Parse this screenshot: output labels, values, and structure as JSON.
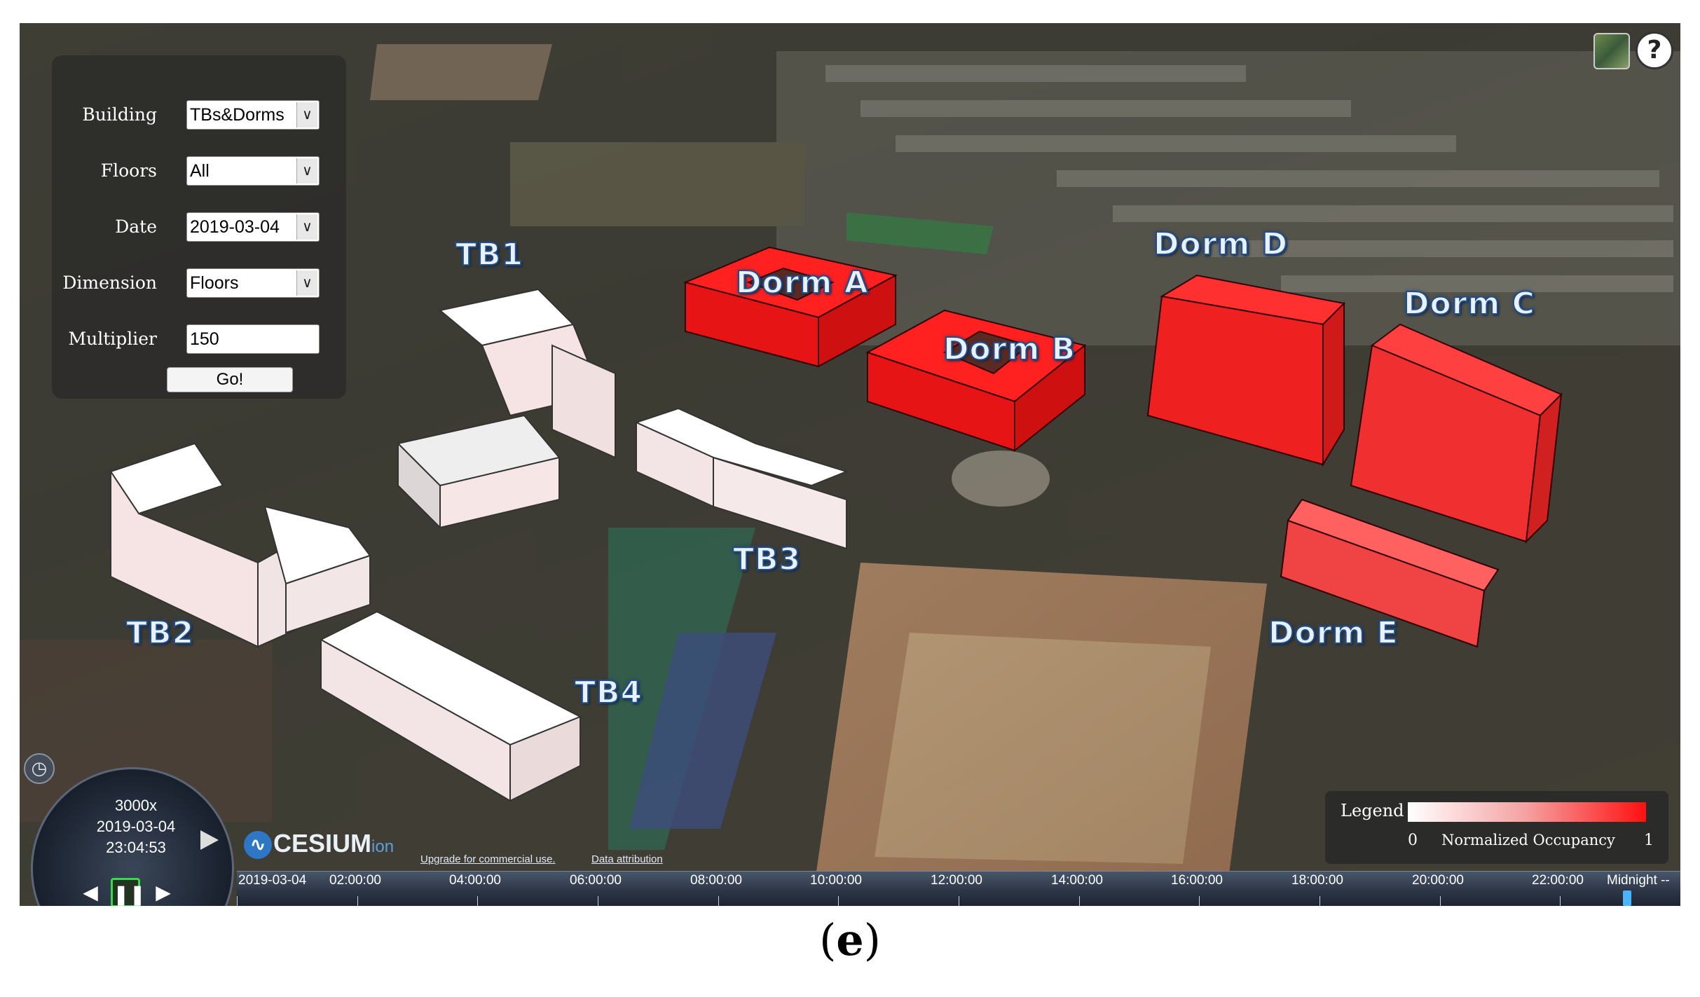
{
  "panel": {
    "building_label": "Building",
    "building_value": "TBs&Dorms",
    "floors_label": "Floors",
    "floors_value": "All",
    "date_label": "Date",
    "date_value": "2019-03-04",
    "dimension_label": "Dimension",
    "dimension_value": "Floors",
    "multiplier_label": "Multiplier",
    "multiplier_value": "150",
    "go_label": "Go!"
  },
  "top_right": {
    "help_symbol": "?"
  },
  "buildings": {
    "tb1": "TB1",
    "tb2": "TB2",
    "tb3": "TB3",
    "tb4": "TB4",
    "dorm_a": "Dorm A",
    "dorm_b": "Dorm B",
    "dorm_c": "Dorm C",
    "dorm_d": "Dorm D",
    "dorm_e": "Dorm E"
  },
  "legend": {
    "title": "Legend",
    "min": "0",
    "caption": "Normalized Occupancy",
    "max": "1",
    "color_low": "#ffffff",
    "color_high": "#ff1010"
  },
  "animation": {
    "speed": "3000x",
    "date": "2019-03-04",
    "time": "23:04:53"
  },
  "credits": {
    "logo_main": "CESIUM",
    "logo_ion": "ion",
    "upgrade": "Upgrade for commercial use.",
    "attribution": "Data attribution"
  },
  "timeline": {
    "ticks": [
      "2019-03-04",
      "02:00:00",
      "04:00:00",
      "06:00:00",
      "08:00:00",
      "10:00:00",
      "12:00:00",
      "14:00:00",
      "16:00:00",
      "18:00:00",
      "20:00:00",
      "22:00:00",
      "Midnight --"
    ]
  },
  "caption": {
    "open": "(",
    "letter": "e",
    "close": ")"
  }
}
